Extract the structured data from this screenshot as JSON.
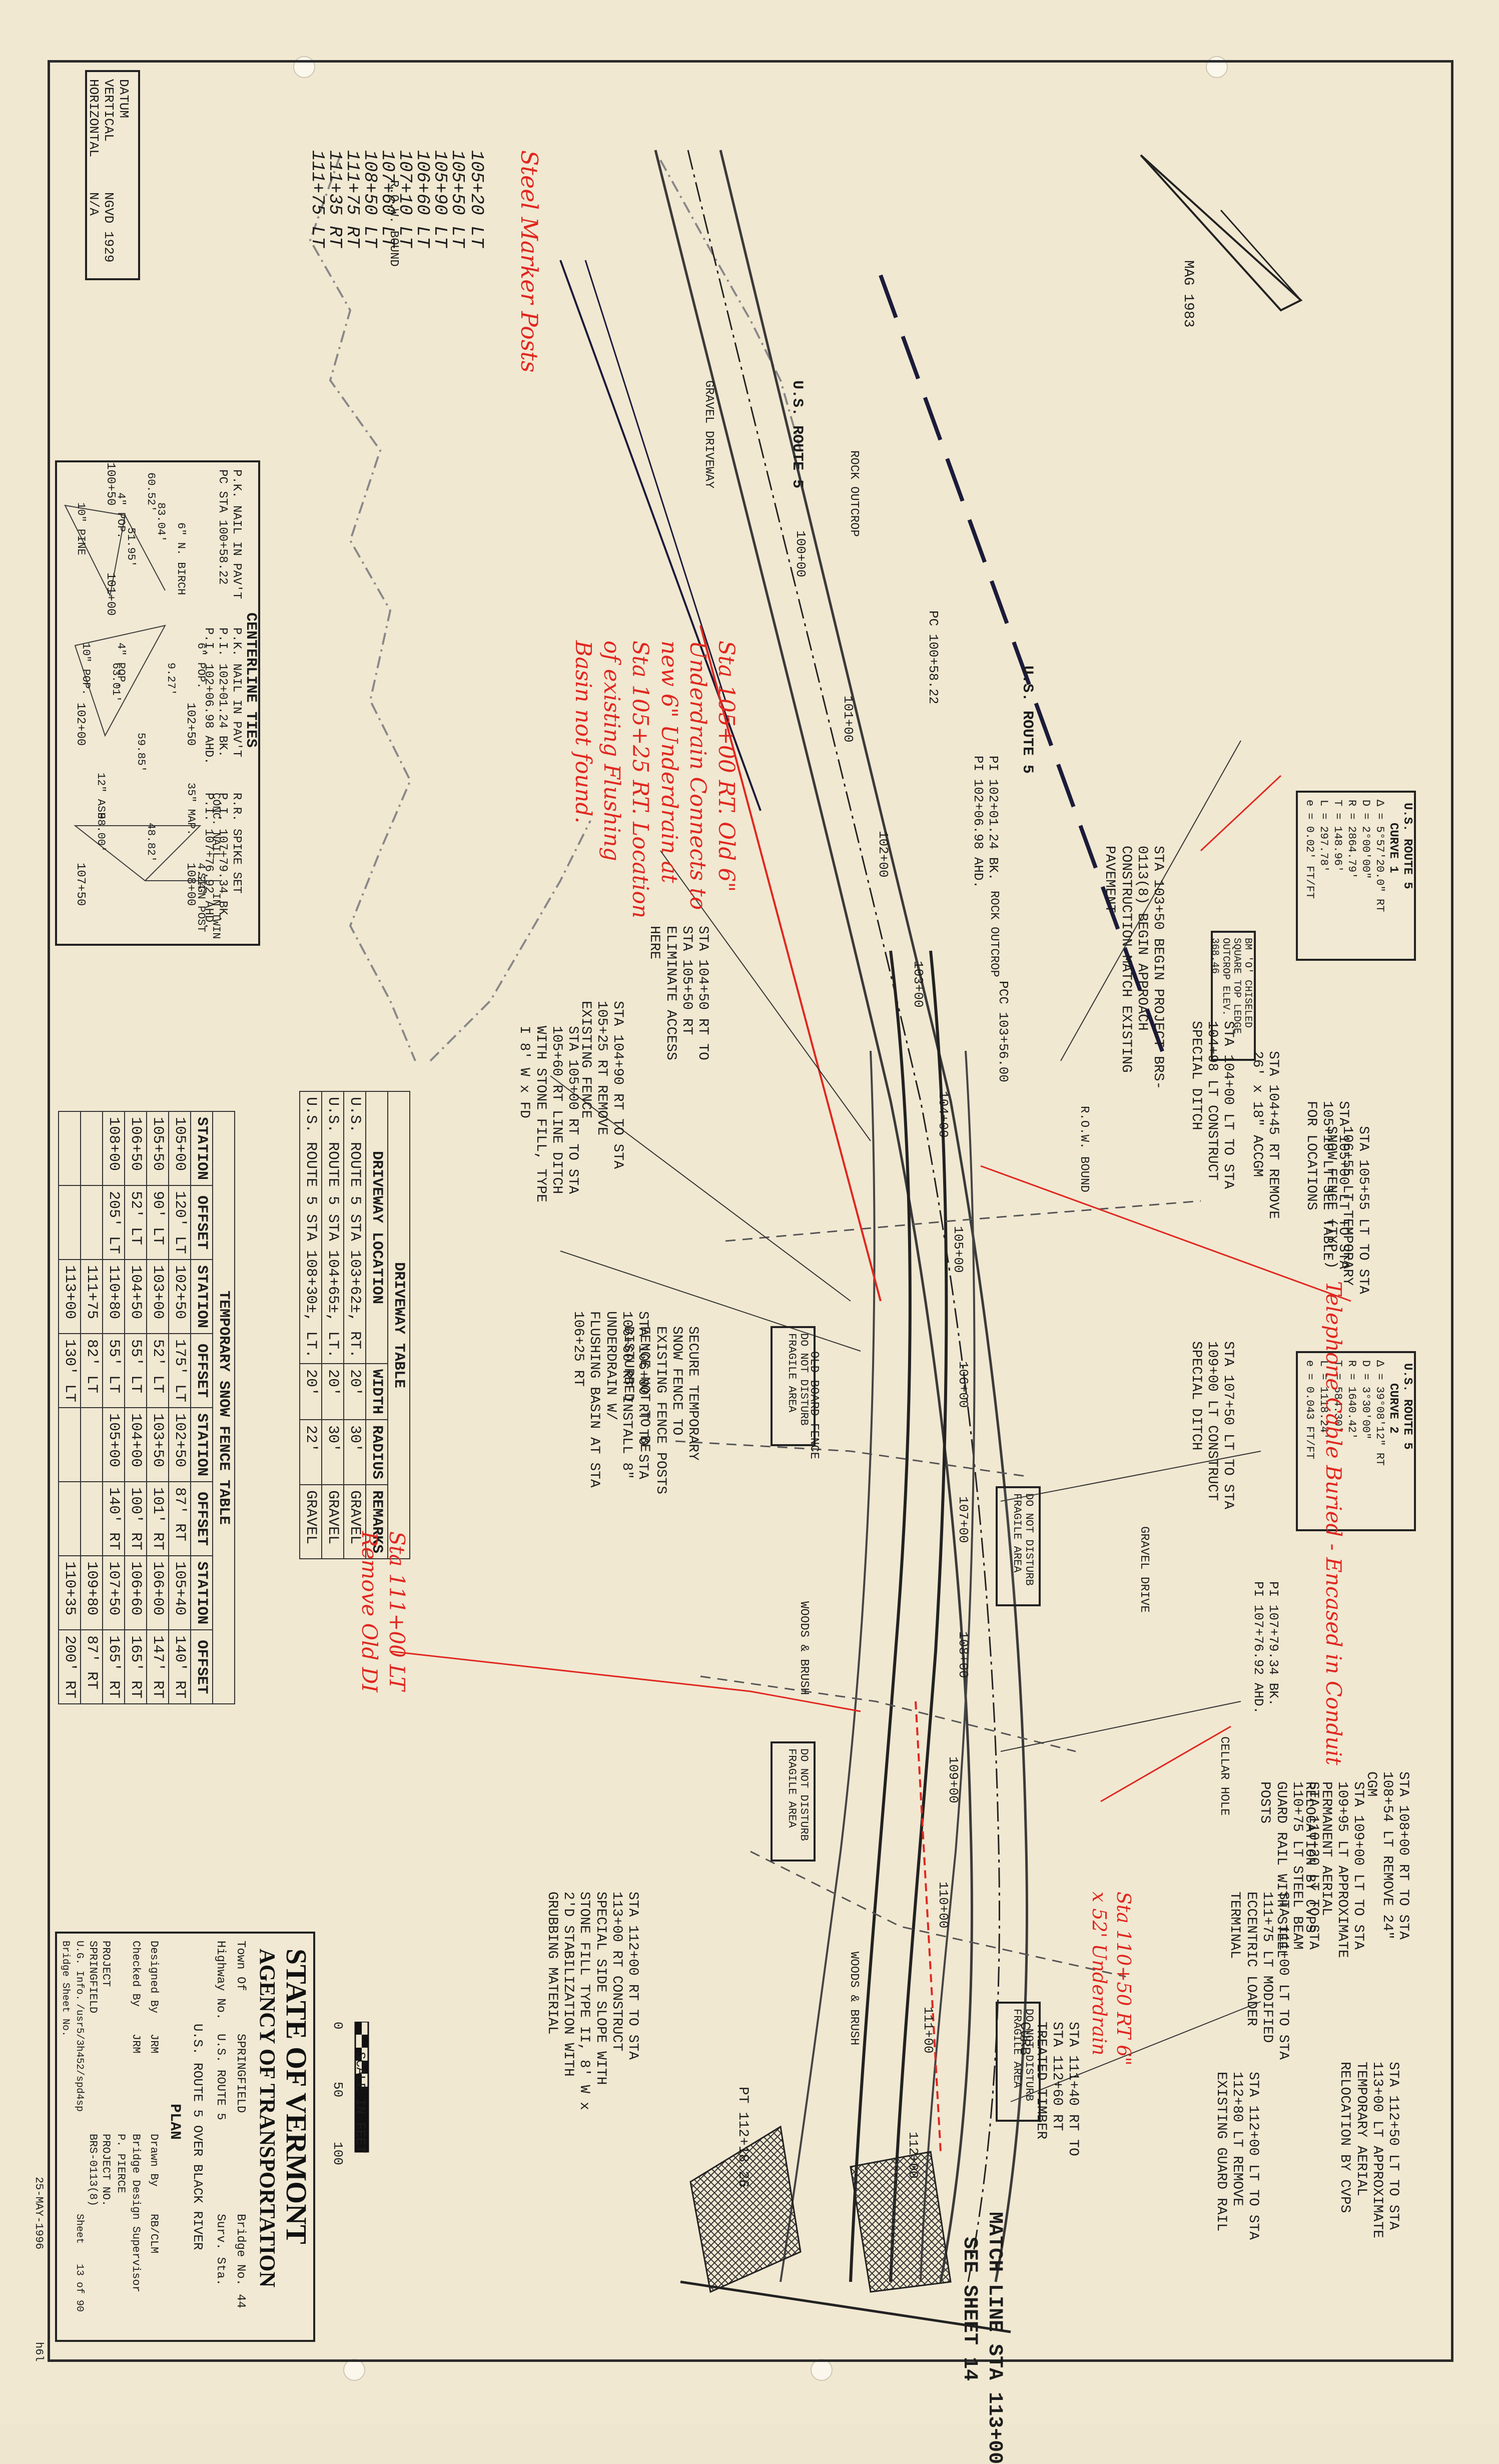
{
  "datum": {
    "labels": [
      "DATUM",
      "VERTICAL",
      "HORIZONTAL"
    ],
    "values": [
      "",
      "NGVD 1929",
      "N/A"
    ]
  },
  "steel_markers": {
    "title": "Steel Marker Posts",
    "items": [
      "105+20 LT",
      "105+50 LT",
      "105+90 LT",
      "106+60 LT",
      "107+10 LT",
      "107+60 LT",
      "108+50 LT",
      "111+75 RT",
      "111+35 RT",
      "111+75 LT"
    ]
  },
  "centerline_ties": {
    "title": "CENTERLINE TIES",
    "col1": [
      "P.K. NAIL IN PAV'T",
      "PC STA 100+58.22"
    ],
    "col2": [
      "P.K. NAIL IN PAV'T",
      "P.I. 102+01.24 BK.",
      "P.I. 102+06.98 AHD."
    ],
    "col3": [
      "R.R. SPIKE SET",
      "P.I. 107+79.34 BK.",
      "P.I. 107+76.92 AHD."
    ],
    "stations": [
      "100+50",
      "101+00",
      "102+00",
      "102+50",
      "107+50",
      "108+00"
    ],
    "ties": [
      "83.04'",
      "60.52'",
      "51.95'",
      "9.27'",
      "63.01'",
      "59.85'",
      "48.82'",
      "98.00'",
      "4.24'"
    ],
    "trees": [
      "6\" N. BIRCH",
      "10\" PINE",
      "4\" POP.",
      "6\" POP.",
      "10\" POP.",
      "4\" POP.",
      "35\" MAP.",
      "12\" ASH"
    ],
    "labels2": [
      "CONC. NAIL",
      "SIGN POST",
      "IN TWIN"
    ]
  },
  "driveway_table": {
    "title": "DRIVEWAY TABLE",
    "headers": [
      "DRIVEWAY LOCATION",
      "WIDTH",
      "RADIUS",
      "REMARKS"
    ],
    "rows": [
      [
        "U.S. ROUTE 5 STA 103+62±, RT.",
        "20'",
        "30'",
        "GRAVEL"
      ],
      [
        "U.S. ROUTE 5 STA 104+65±, LT.",
        "20'",
        "30'",
        "GRAVEL"
      ],
      [
        "U.S. ROUTE 5 STA 108+30±, LT.",
        "20'",
        "22'",
        "GRAVEL"
      ]
    ]
  },
  "snow_fence_table": {
    "title": "TEMPORARY SNOW FENCE TABLE",
    "headers": [
      "STATION",
      "OFFSET",
      "STATION",
      "OFFSET",
      "STATION",
      "OFFSET",
      "STATION",
      "OFFSET"
    ],
    "rows": [
      [
        "105+00",
        "120' LT",
        "102+50",
        "175' LT",
        "102+50",
        "87' RT",
        "105+40",
        "140' RT"
      ],
      [
        "105+50",
        "90' LT",
        "103+00",
        "52' LT",
        "103+50",
        "101' RT",
        "106+00",
        "147' RT"
      ],
      [
        "106+50",
        "52' LT",
        "104+50",
        "55' LT",
        "104+00",
        "100' RT",
        "106+60",
        "165' RT"
      ],
      [
        "108+00",
        "205' LT",
        "110+80",
        "55' LT",
        "105+00",
        "140' RT",
        "107+50",
        "165' RT"
      ],
      [
        "",
        "",
        "111+75",
        "82' LT",
        "",
        "",
        "109+80",
        "87' RT"
      ],
      [
        "",
        "",
        "113+00",
        "130' LT",
        "",
        "",
        "110+35",
        "200' RT"
      ]
    ]
  },
  "curve1": {
    "title": [
      "U.S. ROUTE 5",
      "CURVE 1"
    ],
    "data": [
      "Δ = 5°57'20.0\" RT",
      "D = 2°00'00\"",
      "R = 2864.79'",
      "T = 148.96'",
      "L = 297.78'",
      "e = 0.02' FT/FT"
    ]
  },
  "curve2": {
    "title": [
      "U.S. ROUTE 5",
      "CURVE 2"
    ],
    "data": [
      "Δ = 39°08'12\" RT",
      "D = 3°30'00\"",
      "R = 1640.42'",
      "T = 584.30'",
      "L = 1118.24'",
      "e = 0.043 FT/FT"
    ]
  },
  "plan_labels": {
    "route": "U.S. ROUTE 5",
    "mag": "MAG 1983",
    "pc1": "PC 100+58.22",
    "pi1": "PI 102+01.24 BK.",
    "pi1b": "PI 102+06.98 AHD.",
    "pcc": "PCC 103+56.00",
    "pi2": "PI 107+79.34 BK.",
    "pi2b": "PI 107+76.92 AHD.",
    "pt": "PT 112+18.26",
    "match_line": "MATCH LINE STA 113+00",
    "see_sheet": "SEE SHEET 14",
    "stations": [
      "100+00",
      "101+00",
      "102+00",
      "103+00",
      "104+00",
      "105+00",
      "106+00",
      "107+00",
      "108+00",
      "109+00",
      "110+00",
      "111+00",
      "112+00"
    ],
    "misc": [
      "ROCK OUTCROP",
      "GRAVEL DRIVEWAY",
      "R.O.W. BOUND",
      "DO NOT DISTURB FRAGILE AREA",
      "WOODS & BRUSH",
      "CELLAR HOLE",
      "OLD BOARD FENCE",
      "GRAVEL DRIVE",
      "BM 'O' CHISELED SQUARE TOP LEDGE OUTCROP ELEV. 368.46"
    ]
  },
  "notes": [
    "STA 103+50 BEGIN PROJECT BRS-0113(8) BEGIN APPROACH CONSTRUCTION MATCH EXISTING PAVEMENT",
    "STA 104+00 LT TO STA 104+98 LT CONSTRUCT SPECIAL DITCH",
    "STA 104+45 RT REMOVE 26' x 18\" ACCGM",
    "STA 104+50 RT TO STA 105+50 RT ELIMINATE ACCESS HERE",
    "STA 104+90 RT TO STA 105+25 RT REMOVE EXISTING FENCE",
    "STA 105+00 LT TO STA 105+10 LT SEE TABLE FOR LOCATIONS",
    "STA 105+55 LT TO STA 106+55 LT TEMPORARY SNOW FENCE (TYP.)",
    "STA 105+00 RT TO STA 105+60 RT LINE DITCH WITH STONE FILL, TYPE I 8' W x FD",
    "SECURE TEMPORARY SNOW FENCE TO EXISTING FENCE POSTS FENCE NOT TO BE DISTURBED",
    "STA 106+00 RT TO STA 106+60 RT INSTALL 8\" UNDERDRAIN W/ FLUSHING BASIN AT STA 106+25 RT",
    "STA 107+50 LT TO STA 109+00 LT CONSTRUCT SPECIAL DITCH",
    "STA 108+00 RT TO STA 108+54 LT REMOVE 24\" CGM",
    "STA 109+00 LT TO STA 109+95 LT APPROXIMATE PERMANENT AERIAL RELOCATION BY CVPS",
    "STA 110+20 LT TO STA 110+75 LT STEEL BEAM GUARD RAIL WITH STEEL POSTS",
    "STA 111+00 LT TO STA 111+75 LT MODIFIED ECCENTRIC LOADER TERMINAL",
    "STA 111+40 RT TO STA 112+60 RT TREATED TIMBER CURB",
    "STA 112+00 RT TO STA 113+00 RT CONSTRUCT SPECIAL SIDE SLOPE WITH STONE FILL TYPE II, 8' W x 2'D STABILIZATION WITH GRUBBING MATERIAL",
    "STA 112+00 LT TO STA 112+80 LT REMOVE EXISTING GUARD RAIL",
    "STA 112+50 LT TO STA 113+00 LT APPROXIMATE TEMPORARY AERIAL RELOCATION BY CVPS"
  ],
  "red_notes": [
    "Sta 105+00 RT. Old 6\" Underdrain Connects to new 6\" Underdrain at Sta 105+25 RT. Location of existing Flushing Basin not found.",
    "Telephone Cable Buried - Encased in Conduit",
    "Sta 111+00 LT Remove Old DI",
    "Sta 110+50 RT 6\" x 52' Underdrain"
  ],
  "scale": {
    "ticks": [
      "0",
      "50",
      "100"
    ],
    "label": "SCALE IN FEET"
  },
  "title_block": {
    "state": "STATE OF VERMONT",
    "agency": "AGENCY OF TRANSPORTATION",
    "rows": [
      [
        "Town Of",
        "SPRINGFIELD",
        "Bridge No.",
        "44"
      ],
      [
        "Highway No.",
        "U.S. ROUTE 5",
        "Surv. Sta.",
        ""
      ],
      [
        "",
        "U.S. ROUTE 5 OVER BLACK RIVER",
        "",
        ""
      ],
      [
        "",
        "PLAN",
        "",
        ""
      ],
      [
        "Designed By",
        "JRM",
        "Drawn By",
        "RB/CLM"
      ],
      [
        "Checked By",
        "JRM",
        "Bridge Design Supervisor",
        ""
      ],
      [
        "PROJECT",
        "SPRINGFIELD",
        "PROJECT NO.",
        "BRS-0113(8)"
      ],
      [
        "U.G. Info.",
        "/usr5/3h452/spd4sp",
        "Sheet",
        "13 of 90"
      ],
      [
        "Bridge Sheet No.",
        "",
        "",
        ""
      ]
    ],
    "date": "25-MAY-1996",
    "pierce": "P. PIERCE",
    "sheet_id": "h6l"
  }
}
